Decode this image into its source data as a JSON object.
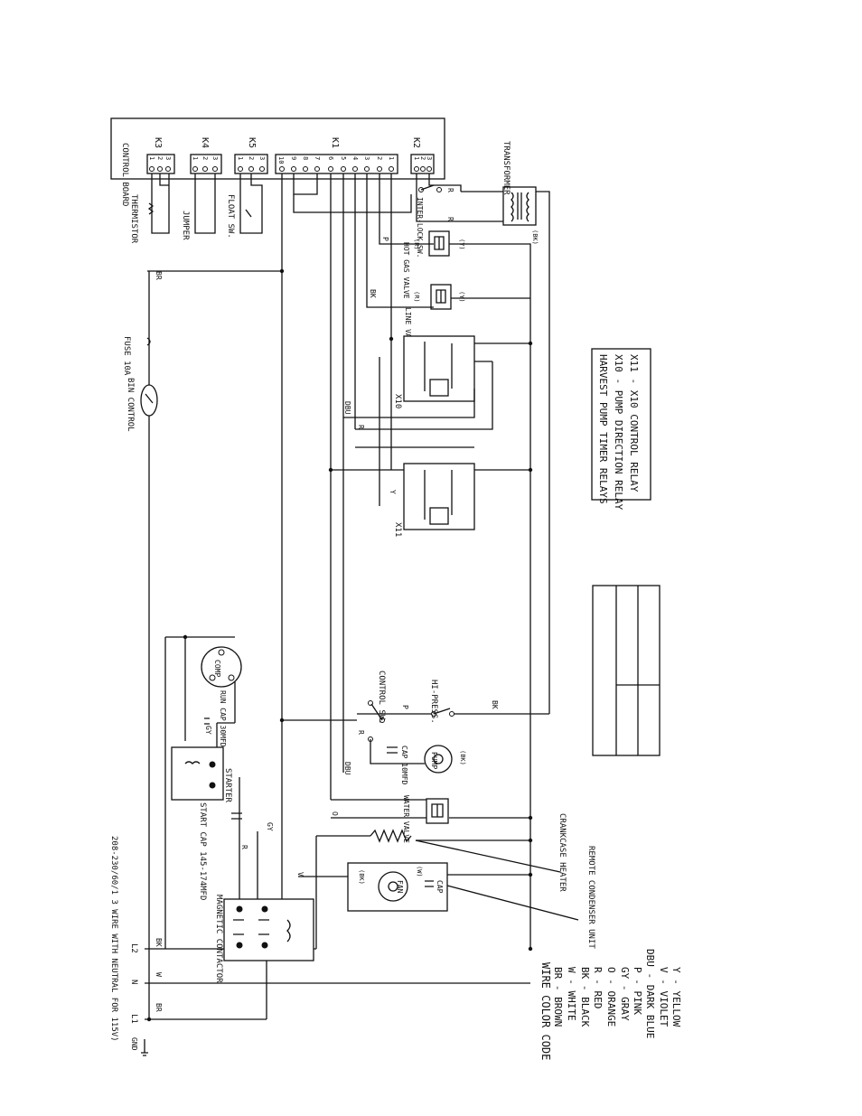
{
  "control_board": {
    "label": "CONTROL BOARD",
    "k3": "K3",
    "k4": "K4",
    "k5": "K5",
    "k1": "K1",
    "k2": "K2",
    "pins3": [
      "1",
      "2",
      "3"
    ],
    "k1_pins": [
      "10",
      "9",
      "8",
      "7",
      "6",
      "5",
      "4",
      "3",
      "2",
      "1"
    ]
  },
  "components": {
    "thermistor": "THERMISTOR",
    "jumper": "JUMPER",
    "float_sw": "FLOAT SW.",
    "interlock_sw": "INTER-LOCK SW.",
    "transformer": "TRANSFORMER",
    "fuse": "FUSE 10A",
    "bin_control": "BIN CONTROL",
    "hot_gas_valve": "HOT GAS VALVE",
    "line_valve": "LINE VALVE",
    "x10": "X10",
    "x11": "X11",
    "control_sw": "CONTROL SW.",
    "hi_press": "HI-PRESS.",
    "pump": "PUMP",
    "pump_cap": "CAP 10MFD",
    "water_valve": "WATER VALVE",
    "comp": "COMP",
    "run_cap": "RUN CAP 30MFD",
    "start_cap": "START CAP 145-174MFD",
    "starter": "STARTER",
    "crankcase_heater": "CRANKCASE HEATER",
    "remote_condenser": "REMOTE CONDENSER UNIT",
    "fan": "FAN",
    "fan_cap": "CAP",
    "magnetic_contactor": "MAGNETIC CONTACTOR",
    "supply": "208-230/60/1 3 WIRE WITH NEUTRAL FOR 115V)",
    "gnd": "GND",
    "l1": "L1",
    "n": "N",
    "l2": "L2"
  },
  "wire_labels": {
    "br": "BR",
    "w": "W",
    "bk": "BK",
    "r": "R",
    "o": "O",
    "gy": "GY",
    "p": "P",
    "dbu": "DBU",
    "v": "V",
    "y": "Y",
    "yl": "(Y)",
    "rl": "(R)",
    "bkl": "(BK)",
    "wl": "(W)"
  },
  "relay_legend": {
    "title": "HARVEST PUMP TIMER RELAYS",
    "line1": "X10 - PUMP DIRECTION RELAY",
    "line2": "X11 - X10 CONTROL RELAY"
  },
  "wire_color_code": {
    "title": "WIRE COLOR CODE",
    "entries": [
      "BR - BROWN",
      "W - WHITE",
      "BK - BLACK",
      "R - RED",
      "O - ORANGE",
      "GY - GRAY",
      "P - PINK",
      "DBU - DARK BLUE",
      "V - VIOLET",
      "Y - YELLOW"
    ]
  }
}
